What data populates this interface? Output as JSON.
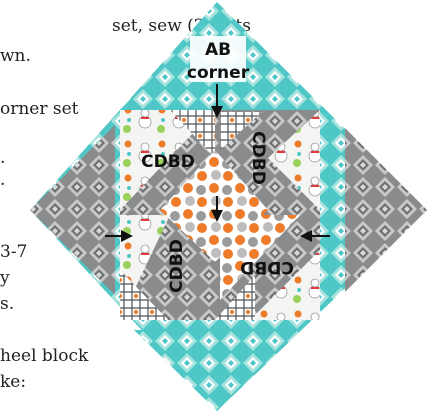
{
  "text_fragments": [
    "set, sew (2) sets",
    "wn.",
    "orner set",
    ".",
    ".",
    "3-7",
    "y",
    "s.",
    "heel block",
    "ke:"
  ],
  "labels": {
    "ab_line1": "AB",
    "ab_line2": "corner",
    "cdbd": "CDBD"
  },
  "colors": {
    "aqua": "#4fc7c6",
    "aqua_light": "#9be0dc",
    "gray": "#7a7b7d",
    "gray_light": "#c9c9c9",
    "orange": "#ee7b2a",
    "white": "#ffffff"
  }
}
